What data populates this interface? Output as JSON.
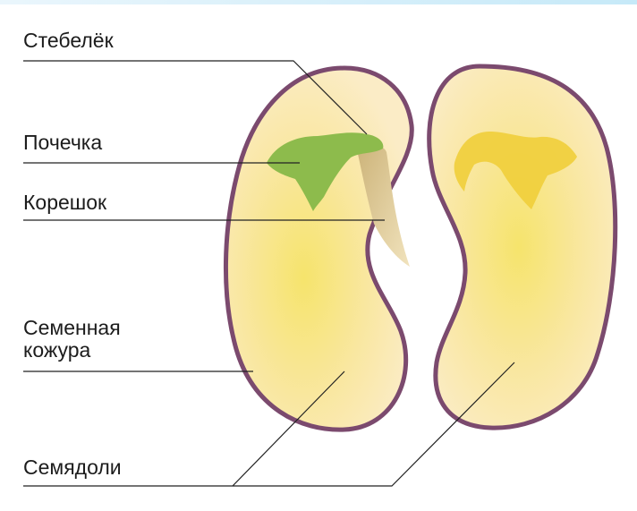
{
  "labels": {
    "stebelek": "Стебелёк",
    "pochechka": "Почечка",
    "koreshok": "Корешок",
    "kozhura_line1": "Семенная",
    "kozhura_line2": "кожура",
    "semyadoli": "Семядоли"
  },
  "colors": {
    "seed_coat_outline": "#7b4a6e",
    "seed_fill": "#fae9b4",
    "seed_center": "#f5e26a",
    "plumule_green": "#8dbb4c",
    "cotyledon_imprint": "#efce3a",
    "radicle": "#e5d3a4",
    "leader_line": "#222222"
  }
}
